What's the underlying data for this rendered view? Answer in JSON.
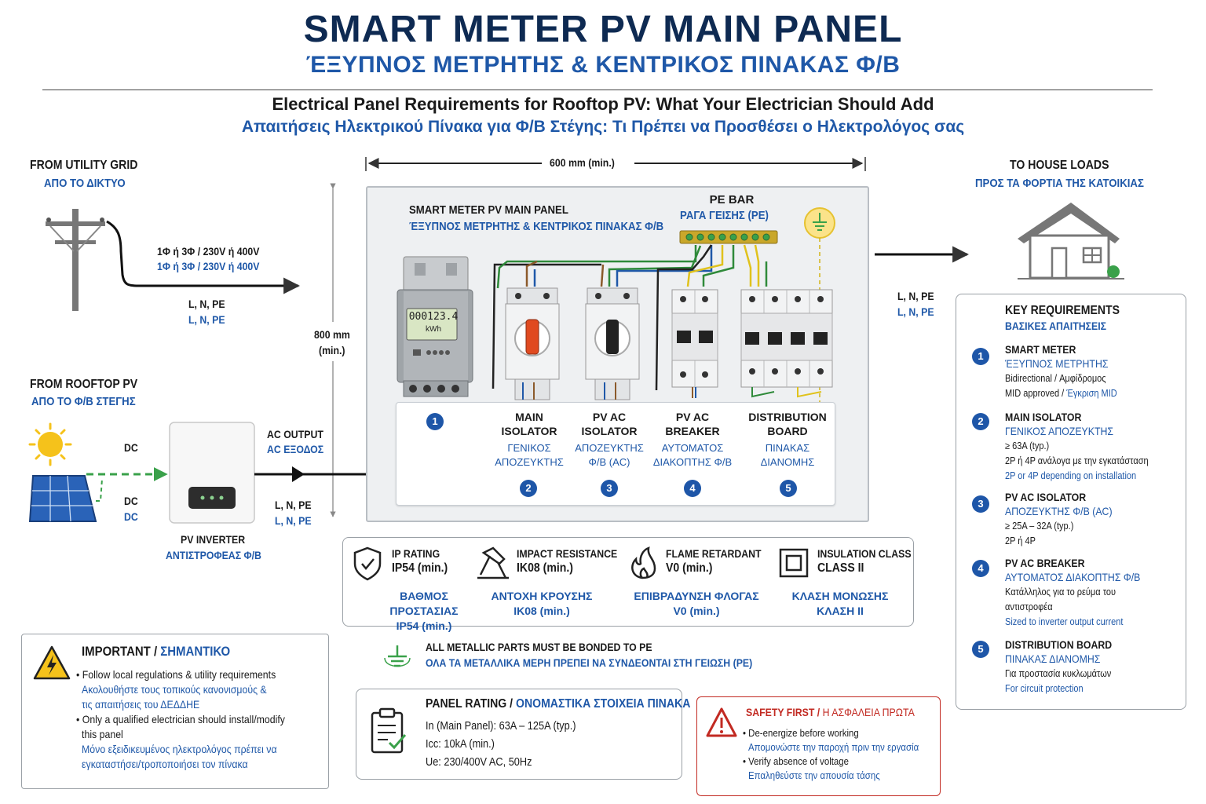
{
  "header": {
    "title": "SMART METER PV MAIN PANEL",
    "title_gr": "ΈΞΥΠΝΟΣ ΜΕΤΡΗΤΗΣ & ΚΕΝΤΡΙΚΟΣ ΠΙΝΑΚΑΣ Φ/Β",
    "subtitle": "Electrical Panel Requirements for Rooftop PV: What Your Electrician Should Add",
    "subtitle_gr": "Απαιτήσεις Ηλεκτρικού Πίνακα για Φ/Β Στέγης: Τι Πρέπει να Προσθέσει ο Ηλεκτρολόγος σας"
  },
  "grid": {
    "title": "FROM UTILITY GRID",
    "title_gr": "ΑΠΟ ΤΟ ΔΙΚΤΥΟ",
    "supply": "1Φ ή 3Φ / 230V ή 400V",
    "supply_gr": "1Φ ή 3Φ / 230V ή 400V",
    "conductors": "L, N, PE",
    "conductors_gr": "L, N, PE"
  },
  "pv": {
    "title": "FROM ROOFTOP PV",
    "title_gr": "ΑΠΟ ΤΟ Φ/Β ΣΤΕΓΗΣ",
    "dc1": "DC",
    "dc2": "DC",
    "dc2_gr": "DC",
    "ac_output": "AC OUTPUT",
    "ac_output_gr": "AC ΕΞΟΔΟΣ",
    "conductors": "L, N, PE",
    "conductors_gr": "L, N, PE",
    "inverter": "PV INVERTER",
    "inverter_gr": "ΑΝΤΙΣΤΡΟΦΕΑΣ Φ/Β"
  },
  "dimensions": {
    "width": "600 mm (min.)",
    "height": "800 mm",
    "height_note": "(min.)"
  },
  "panel": {
    "title": "SMART METER PV MAIN PANEL",
    "title_gr": "ΈΞΥΠΝΟΣ ΜΕΤΡΗΤΗΣ & ΚΕΝΤΡΙΚΟΣ ΠΙΝΑΚΑΣ Φ/Β",
    "pe_bar": "PE BAR",
    "pe_bar_gr": "ΡΑΓΑ ΓΕΙΣΗΣ (PE)",
    "meter_reading": "000123.4",
    "meter_unit": "kWh",
    "components": [
      {
        "num": "1",
        "name": "",
        "name2": "",
        "gr": "",
        "gr2": ""
      },
      {
        "num": "2",
        "name": "MAIN",
        "name2": "ISOLATOR",
        "gr": "ΓΕΝΙΚΟΣ",
        "gr2": "ΑΠΟΖΕΥΚΤΗΣ"
      },
      {
        "num": "3",
        "name": "PV AC",
        "name2": "ISOLATOR",
        "gr": "ΑΠΟΖΕΥΚΤΗΣ",
        "gr2": "Φ/Β (AC)"
      },
      {
        "num": "4",
        "name": "PV AC",
        "name2": "BREAKER",
        "gr": "ΑΥΤΟΜΑΤΟΣ",
        "gr2": "ΔΙΑΚΟΠΤΗΣ Φ/Β"
      },
      {
        "num": "5",
        "name": "DISTRIBUTION",
        "name2": "BOARD",
        "gr": "ΠΙΝΑΚΑΣ",
        "gr2": "ΔΙΑΝΟΜΗΣ"
      }
    ]
  },
  "house": {
    "title": "TO HOUSE LOADS",
    "title_gr": "ΠΡΟΣ ΤΑ ΦΟΡΤΙΑ ΤΗΣ ΚΑΤΟΙΚΙΑΣ",
    "conductors": "L, N, PE",
    "conductors_gr": "L, N, PE"
  },
  "ratings": [
    {
      "title": "IP RATING",
      "value": "IP54 (min.)",
      "gr": "ΒΑΘΜΟΣ ΠΡΟΣΤΑΣΙΑΣ",
      "gr_value": "IP54 (min.)",
      "icon": "shield-check-icon"
    },
    {
      "title": "IMPACT RESISTANCE",
      "value": "IK08 (min.)",
      "gr": "ΑΝΤΟΧΗ ΚΡΟΥΣΗΣ",
      "gr_value": "IK08 (min.)",
      "icon": "hammer-icon"
    },
    {
      "title": "FLAME RETARDANT",
      "value": "V0 (min.)",
      "gr": "ΕΠΙΒΡΑΔΥΝΣΗ ΦΛΟΓΑΣ",
      "gr_value": "V0 (min.)",
      "icon": "flame-icon"
    },
    {
      "title": "INSULATION CLASS",
      "value": "CLASS II",
      "gr": "ΚΛΑΣΗ ΜΟΝΩΣΗΣ",
      "gr_value": "ΚΛΑΣΗ II",
      "icon": "double-square-icon"
    }
  ],
  "bonding": {
    "text": "ALL METALLIC PARTS MUST BE BONDED TO PE",
    "text_gr": "ΟΛΑ ΤΑ ΜΕΤΑΛΛΙΚΑ ΜΕΡΗ ΠΡΕΠΕΙ ΝΑ ΣΥΝΔΕΟΝΤΑΙ ΣΤΗ ΓΕΙΩΣΗ (PE)"
  },
  "important": {
    "title": "IMPORTANT / ",
    "title_gr": "ΣΗΜΑΝΤΙΚΟ",
    "b1": "• Follow local regulations & utility requirements",
    "b1_gr1": "Ακολουθήστε τους τοπικούς κανονισμούς &",
    "b1_gr2": "τις απαιτήσεις του ΔΕΔΔΗΕ",
    "b2_1": "• Only a qualified electrician should install/modify",
    "b2_2": "this panel",
    "b2_gr1": "Μόνο εξειδικευμένος ηλεκτρολόγος πρέπει να",
    "b2_gr2": "εγκαταστήσει/τροποποιήσει τον πίνακα"
  },
  "panel_rating": {
    "title": "PANEL RATING / ",
    "title_gr": "ΟΝΟΜΑΣΤΙΚΑ ΣΤΟΙΧΕΙΑ ΠΙΝΑΚΑ",
    "line1": "In (Main Panel): 63A – 125A (typ.)",
    "line2": "Icc: 10kA (min.)",
    "line3": "Ue: 230/400V AC, 50Hz"
  },
  "safety": {
    "title": "SAFETY FIRST / ",
    "title_gr": "Η ΑΣΦΑΛΕΙΑ ΠΡΩΤΑ",
    "b1": "• De-energize before working",
    "b1_gr": "Απομονώστε την παροχή πριν την εργασία",
    "b2": "• Verify absence of voltage",
    "b2_gr": "Επαληθεύστε την απουσία τάσης"
  },
  "key_requirements": {
    "title": "KEY REQUIREMENTS",
    "title_gr": "ΒΑΣΙΚΕΣ ΑΠΑΙΤΗΣΕΙΣ",
    "items": [
      {
        "num": "1",
        "title": "SMART METER",
        "title_gr": "ΈΞΥΠΝΟΣ ΜΕΤΡΗΤΗΣ",
        "l1": "Bidirectional / ",
        "l1b": "Αμφίδρομος",
        "l2": "MID approved / ",
        "l2b": "Έγκριση MID",
        "l3": "",
        "l4": ""
      },
      {
        "num": "2",
        "title": "MAIN ISOLATOR",
        "title_gr": "ΓΕΝΙΚΟΣ ΑΠΟΖΕΥΚΤΗΣ",
        "l1": "≥ 63A (typ.)",
        "l1b": "",
        "l2": "2P ή 4P ανάλογα με την εγκατάσταση",
        "l2b": "",
        "l3": "2P or 4P depending on installation",
        "l4": ""
      },
      {
        "num": "3",
        "title": "PV AC ISOLATOR",
        "title_gr": "ΑΠΟΖΕΥΚΤΗΣ Φ/Β (AC)",
        "l1": "≥ 25A – 32A (typ.)",
        "l1b": "",
        "l2": "2P ή 4P",
        "l2b": "",
        "l3": "",
        "l4": ""
      },
      {
        "num": "4",
        "title": "PV AC BREAKER",
        "title_gr": "ΑΥΤΟΜΑΤΟΣ ΔΙΑΚΟΠΤΗΣ Φ/Β",
        "l1": "Κατάλληλος για το ρεύμα του",
        "l1b": "",
        "l2": "αντιστροφέα",
        "l2b": "",
        "l3": "Sized to inverter output current",
        "l4": ""
      },
      {
        "num": "5",
        "title": "DISTRIBUTION BOARD",
        "title_gr": "ΠΙΝΑΚΑΣ ΔΙΑΝΟΜΗΣ",
        "l1": "Για προστασία κυκλωμάτων",
        "l1b": "",
        "l2": "For circuit protection",
        "l2b": "",
        "l3": "",
        "l4": ""
      }
    ]
  },
  "colors": {
    "navy": "#0e2a52",
    "blue": "#1f58a8",
    "red": "#c22a22",
    "green": "#3aa14a",
    "pe_yellow": "#e0c21c"
  }
}
